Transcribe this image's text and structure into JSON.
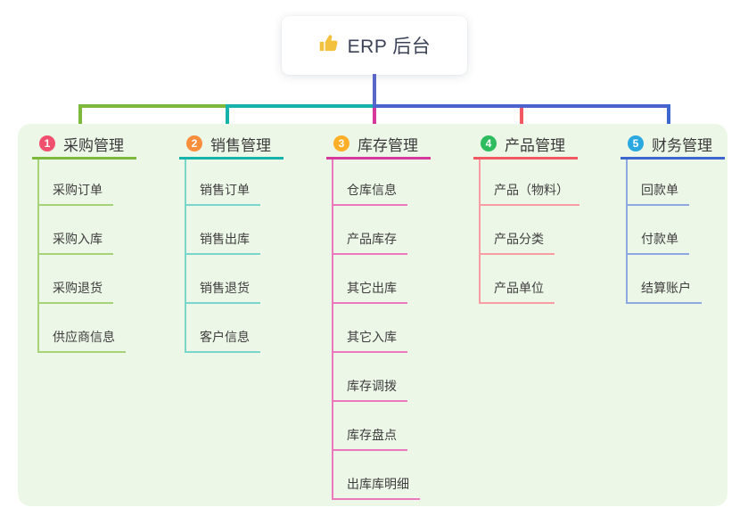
{
  "root": {
    "label": "ERP 后台",
    "icon": "thumbs-up-icon"
  },
  "connectors": {
    "trunk_color": "#5b66c9",
    "bus_colors": [
      "#7cb93d",
      "#16b3ab",
      "#4a63cd"
    ]
  },
  "branches": [
    {
      "num": "1",
      "title": "采购管理",
      "badge_color": "#f0506e",
      "line_color": "#7cb93d",
      "line_light": "#a6d378",
      "items": [
        "采购订单",
        "采购入库",
        "采购退货",
        "供应商信息"
      ]
    },
    {
      "num": "2",
      "title": "销售管理",
      "badge_color": "#fa8e3d",
      "line_color": "#16b3ab",
      "line_light": "#79d6cd",
      "items": [
        "销售订单",
        "销售出库",
        "销售退货",
        "客户信息"
      ]
    },
    {
      "num": "3",
      "title": "库存管理",
      "badge_color": "#ffae27",
      "line_color": "#d4399b",
      "line_light": "#ec79bd",
      "items": [
        "仓库信息",
        "产品库存",
        "其它出库",
        "其它入库",
        "库存调拨",
        "库存盘点",
        "出库库明细"
      ]
    },
    {
      "num": "4",
      "title": "产品管理",
      "badge_color": "#2ebc5f",
      "line_color": "#f25862",
      "line_light": "#f79da3",
      "items": [
        "产品（物料）",
        "产品分类",
        "产品单位"
      ]
    },
    {
      "num": "5",
      "title": "财务管理",
      "badge_color": "#2aa9e0",
      "line_color": "#3e66cf",
      "line_light": "#8ea9e2",
      "items": [
        "回款单",
        "付款单",
        "结算账户"
      ]
    }
  ],
  "panel_bg": "#edf7e8",
  "icon_color": "#f2c13d"
}
